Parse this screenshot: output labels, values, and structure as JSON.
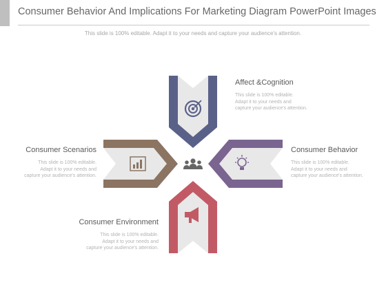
{
  "header": {
    "title": "Consumer Behavior And Implications For Marketing Diagram PowerPoint Images",
    "subtitle": "This slide is 100% editable. Adapt it to your needs and capture your audience's attention."
  },
  "colors": {
    "top": "#5a6189",
    "right": "#7a6490",
    "left": "#8c7462",
    "bottom": "#c25a66",
    "inner": "#e8e8e8",
    "center_icon": "#666666"
  },
  "center_icon": "people-group-icon",
  "items": {
    "top": {
      "label": "Affect &Cognition",
      "desc": [
        "This slide is 100% editable.",
        "Adapt it to your needs and",
        "capture your audience's attention."
      ],
      "icon": "target-icon"
    },
    "right": {
      "label": "Consumer Behavior",
      "desc": [
        "This slide is 100% editable.",
        "Adapt it to your needs and",
        "capture your audience's attention."
      ],
      "icon": "lightbulb-icon"
    },
    "left": {
      "label": "Consumer Scenarios",
      "desc": [
        "This slide is 100% editable.",
        "Adapt it to your needs and",
        "capture your audience's attention."
      ],
      "icon": "bar-chart-icon"
    },
    "bottom": {
      "label": "Consumer Environment",
      "desc": [
        "This slide is 100% editable.",
        "Adapt it to your needs and",
        "capture your audience's attention."
      ],
      "icon": "megaphone-icon"
    }
  }
}
